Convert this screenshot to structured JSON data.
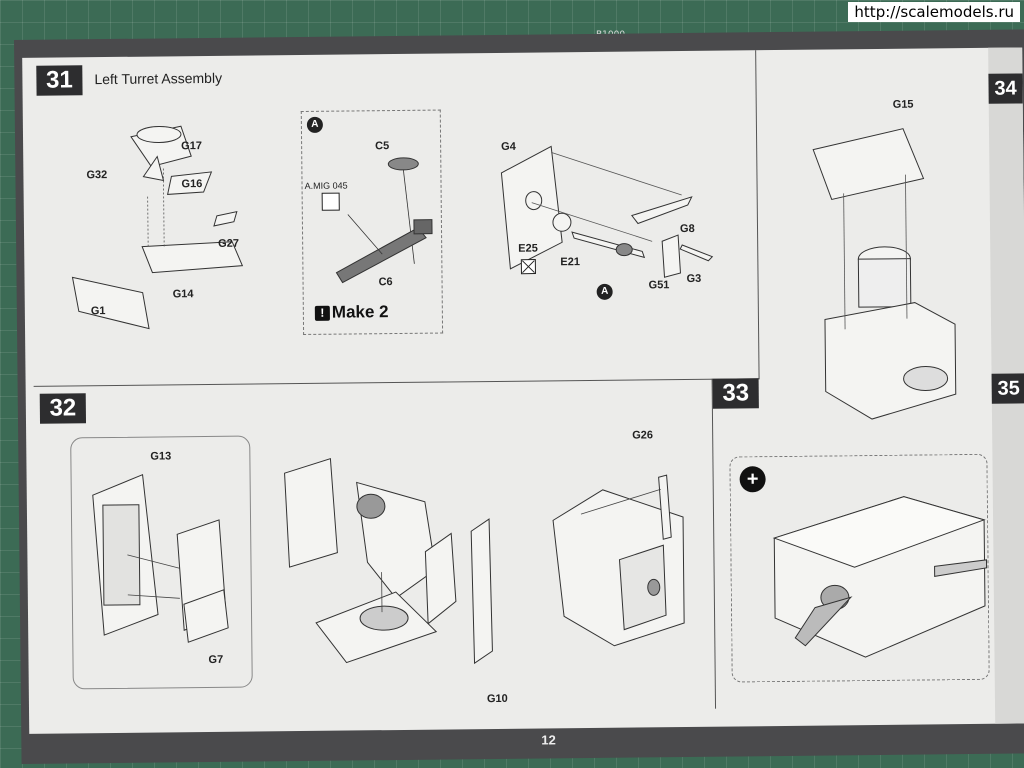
{
  "watermark": "http://scalemodels.ru",
  "mat_mark": "B1000",
  "page_number": "12",
  "steps": {
    "s31": {
      "number": "31",
      "title": "Left Turret Assembly",
      "parts": [
        "G17",
        "G32",
        "G16",
        "G27",
        "G14",
        "G1"
      ],
      "sub_a": {
        "badge": "A",
        "paint_code": "A.MIG 045",
        "parts": [
          "C5",
          "C6"
        ],
        "make_text": "Make 2",
        "make_icon": "!"
      },
      "right_parts": [
        "G4",
        "G8",
        "E25",
        "E21",
        "G51",
        "G3"
      ],
      "insert_badge": "A"
    },
    "s32": {
      "number": "32",
      "parts": [
        "G13",
        "G7",
        "G10",
        "G26"
      ]
    },
    "s33": {
      "number": "33",
      "zoom_icon": "+"
    },
    "s34": {
      "number": "34",
      "parts": [
        "G15"
      ]
    },
    "s35": {
      "number": "35"
    }
  }
}
